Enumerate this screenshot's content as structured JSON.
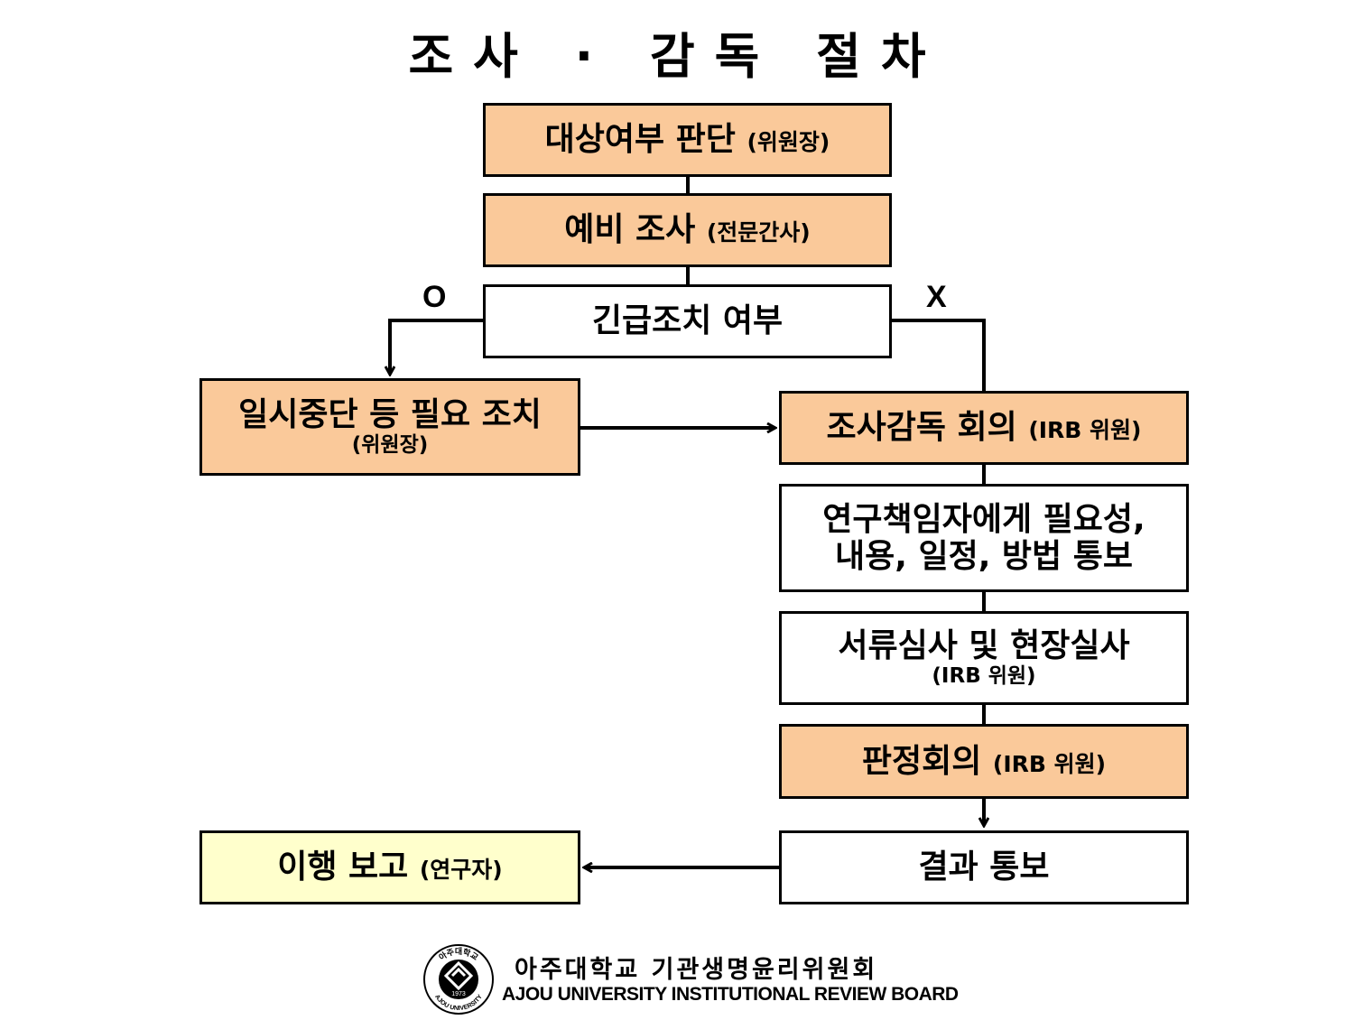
{
  "title": "조사 · 감독  절차",
  "nodes": {
    "target_decision": {
      "main": "대상여부 판단",
      "sub": "(위원장)"
    },
    "preliminary": {
      "main": "예비 조사",
      "sub": "(전문간사)"
    },
    "emergency": {
      "main": "긴급조치 여부"
    },
    "suspension": {
      "main": "일시중단 등 필요 조치",
      "sub": "(위원장)"
    },
    "meeting": {
      "main": "조사감독 회의",
      "sub": "(IRB 위원)"
    },
    "notify_pi": {
      "line1": "연구책임자에게 필요성,",
      "line2": "내용, 일정, 방법 통보"
    },
    "review": {
      "main": "서류심사 및 현장실사",
      "sub": "(IRB 위원)"
    },
    "judgment": {
      "main": "판정회의",
      "sub": "(IRB 위원)"
    },
    "result": {
      "main": "결과 통보"
    },
    "report": {
      "main": "이행 보고",
      "sub": "(연구자)"
    }
  },
  "branches": {
    "yes": "O",
    "no": "X"
  },
  "footer": {
    "org_korean": "아주대학교  기관생명윤리위원회",
    "org_english": "AJOU UNIVERSITY INSTITUTIONAL REVIEW BOARD",
    "logo_year": "1973",
    "logo_top_text": "아주대학교",
    "logo_bottom_text": "AJOU UNIVERSITY"
  },
  "colors": {
    "orange_fill": "#FAC99A",
    "yellow_fill": "#FFFFCC",
    "line": "#000000"
  }
}
